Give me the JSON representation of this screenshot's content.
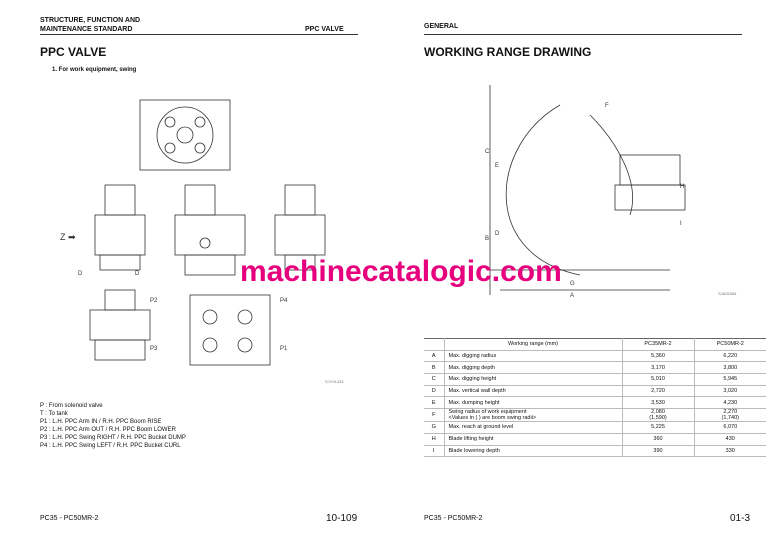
{
  "left": {
    "header_line1": "STRUCTURE, FUNCTION AND",
    "header_line2": "MAINTENANCE STANDARD",
    "header_right": "PPC VALVE",
    "title": "PPC VALVE",
    "subtitle": "1.  For work equipment, swing",
    "figure_code": "SJY01433",
    "legend": [
      "P   : From solenoid valve",
      "T   : To tank",
      "P1 : L.H. PPC Arm IN / R.H. PPC Boom RISE",
      "P2 : L.H. PPC Arm OUT / R.H. PPC Boom LOWER",
      "P3 : L.H. PPC Swing RIGHT / R.H. PPC Bucket DUMP",
      "P4 : L.H. PPC Swing LEFT / R.H. PPC Bucket CURL"
    ],
    "footer_model": "PC35 - PC50MR-2",
    "page": "10-109"
  },
  "right": {
    "header": "GENERAL",
    "title": "WORKING RANGE DRAWING",
    "figure_code": "SJA05384",
    "table": {
      "headers": [
        "",
        "Working range (mm)",
        "PC35MR-2",
        "PC50MR-2"
      ],
      "rows": [
        [
          "A",
          "Max. digging radius",
          "5,360",
          "6,220"
        ],
        [
          "B",
          "Max. digging depth",
          "3,170",
          "3,800"
        ],
        [
          "C",
          "Max. digging height",
          "5,010",
          "5,945"
        ],
        [
          "D",
          "Max. vertical wall depth",
          "2,720",
          "3,020"
        ],
        [
          "E",
          "Max. dumping height",
          "3,530",
          "4,230"
        ],
        [
          "F",
          "Swing radius of work equipment\n<Values in (  ) are boom swing radii>",
          "2,080\n(1,590)",
          "2,270\n(1,740)"
        ],
        [
          "G",
          "Max. reach at ground level",
          "5,225",
          "6,070"
        ],
        [
          "H",
          "Blade lifting height",
          "360",
          "430"
        ],
        [
          "I",
          "Blade lowering depth",
          "390",
          "330"
        ]
      ]
    },
    "footer_model": "PC35 - PC50MR-2",
    "page": "01-3"
  },
  "watermark": "machinecatalogic.com"
}
